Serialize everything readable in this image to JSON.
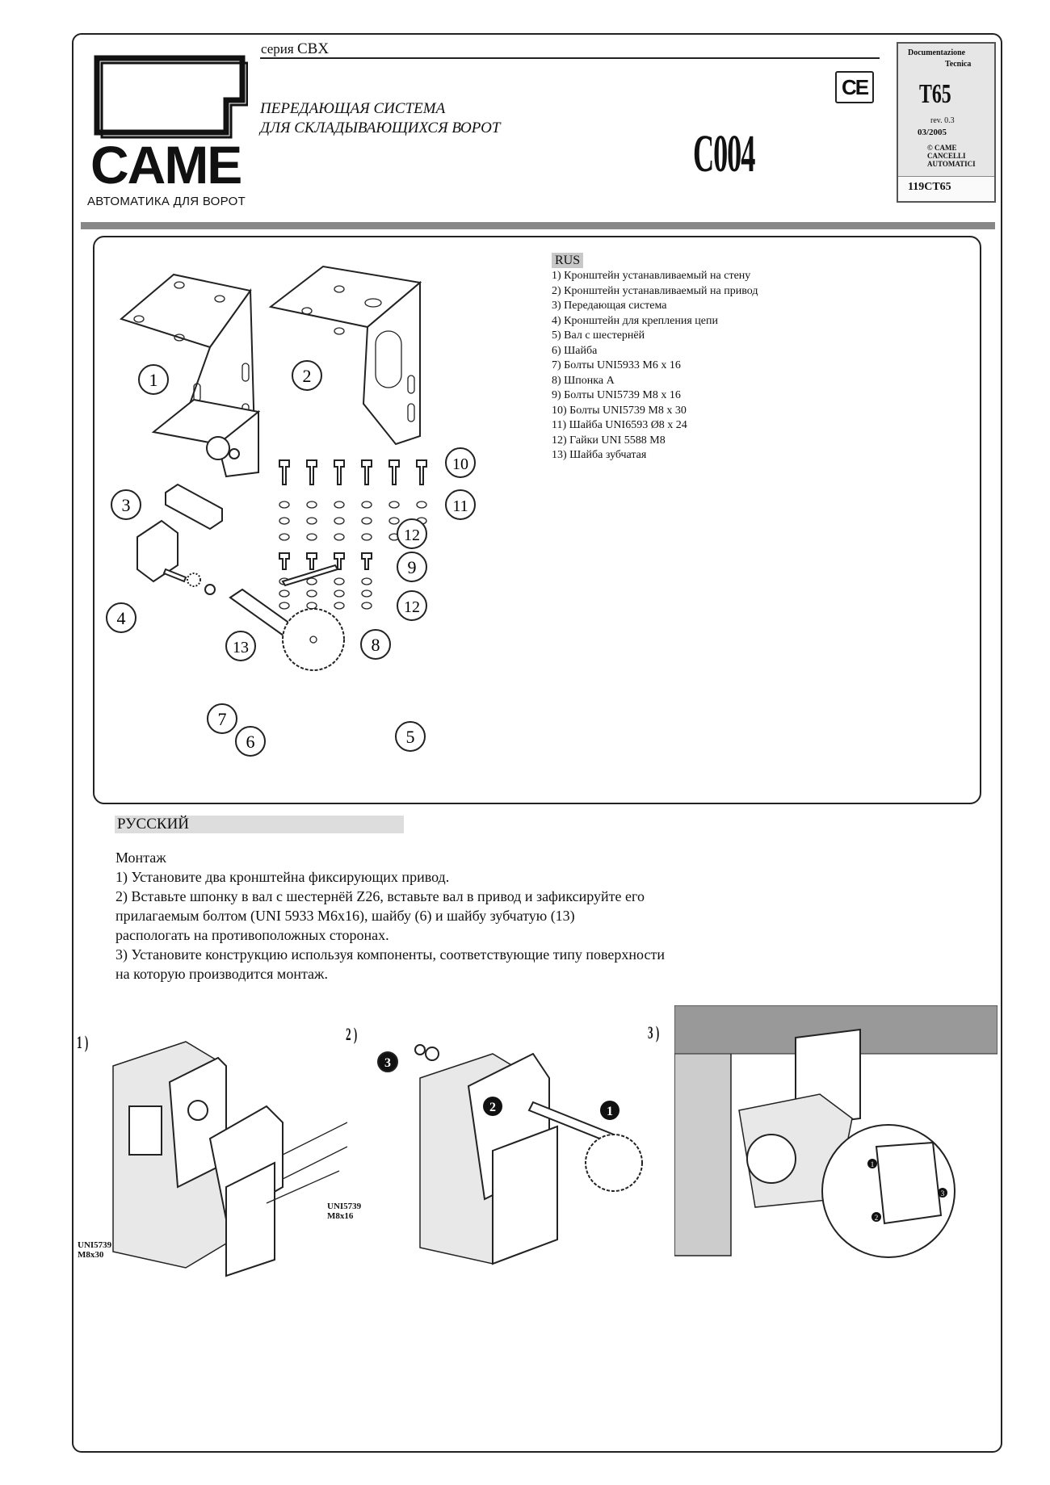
{
  "header": {
    "brand": "CAME",
    "brand_tagline": "АВТОМАТИКА ДЛЯ ВОРОТ",
    "series_prefix": "серия",
    "series_name": "CBX",
    "subtitle_line1": "ПЕРЕДАЮЩАЯ СИСТЕМА",
    "subtitle_line2": "ДЛЯ СКЛАДЫВАЮЩИХСЯ ВОРОТ",
    "ce_mark": "CE",
    "model": "C004"
  },
  "docbox": {
    "title": "Documentazione",
    "title2": "Tecnica",
    "code": "T65",
    "rev": "rev. 0.3",
    "date": "03/2005",
    "copyright": "© CAME",
    "company": "CANCELLI AUTOMATICI",
    "doc_number": "119CT65"
  },
  "parts": {
    "lang_tag": "RUS",
    "items": [
      "1) Кронштейн устанавливаемый на стену",
      "2) Кронштейн устанавливаемый на привод",
      "3) Передающая система",
      "4) Кронштейн для крепления цепи",
      "5) Вал с шестернёй",
      "6) Шайба",
      "7) Болты UNI5933 M6 x 16",
      "8) Шпонка А",
      "9) Болты UNI5739 M8 x 16",
      "10) Болты UNI5739 M8 x 30",
      "11) Шайба UNI6593 Ø8 x 24",
      "12) Гайки UNI 5588 M8",
      "13) Шайба зубчатая"
    ],
    "callouts": [
      "1",
      "2",
      "3",
      "4",
      "5",
      "6",
      "7",
      "8",
      "9",
      "10",
      "11",
      "12",
      "12",
      "13"
    ]
  },
  "section": {
    "language": "РУССКИЙ",
    "heading": "Монтаж",
    "lines": [
      "1) Установите два кронштейна фиксирующих привод.",
      "2)  Вставьте шпонку в вал с шестернёй Z26, вставьте вал в привод и зафиксируйте его",
      "прилагаемым болтом (UNI 5933 M6x16), шайбу (6) и шайбу зубчатую (13)",
      "распологать на противоположных сторонах.",
      "3) Установите конструкцию используя компоненты, соответствующие типу поверхности",
      "на которую производится монтаж."
    ]
  },
  "steps": {
    "step1_label": "1 )",
    "step2_label": "2 )",
    "step3_label": "3 )",
    "step1_bolt_a": "UNI5739",
    "step1_bolt_a_size": "M8x16",
    "step1_bolt_b": "UNI5739",
    "step1_bolt_b_size": "M8x30",
    "step2_markers": [
      "1",
      "2",
      "3"
    ],
    "step3_markers": [
      "1",
      "2",
      "3"
    ]
  }
}
